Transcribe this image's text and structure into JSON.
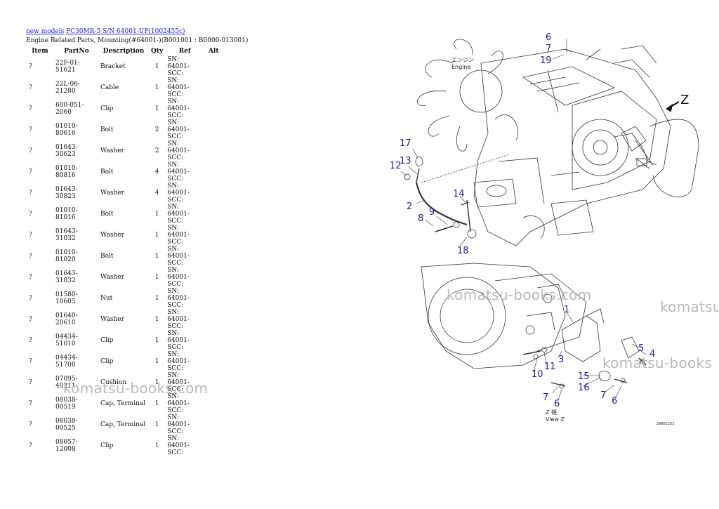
{
  "breadcrumb": {
    "link1": "new models",
    "link2": "PC30MR-5 S/N 64001-UP(1002455c)"
  },
  "subtitle": "Engine Related Parts, Mounting(#64001-)(B001001 : B0000-013001)",
  "table": {
    "headers": [
      "Item",
      "PartNo",
      "Description",
      "Qty",
      "Ref",
      "Alt"
    ],
    "rows": [
      {
        "item": "?",
        "part": "22F-01-51621",
        "desc": "Bracket",
        "qty": "1",
        "ref": "SN: 64001-SCC:"
      },
      {
        "item": "?",
        "part": "22L-06-21280",
        "desc": "Cable",
        "qty": "1",
        "ref": "SN: 64001-SCC:"
      },
      {
        "item": "?",
        "part": "600-051-2060",
        "desc": "Clip",
        "qty": "1",
        "ref": "SN: 64001-SCC:"
      },
      {
        "item": "?",
        "part": "01010-80616",
        "desc": "Bolt",
        "qty": "2",
        "ref": "SN: 64001-SCC:"
      },
      {
        "item": "?",
        "part": "01643-30623",
        "desc": "Washer",
        "qty": "2",
        "ref": "SN: 64001-SCC:"
      },
      {
        "item": "?",
        "part": "01010-80816",
        "desc": "Bolt",
        "qty": "4",
        "ref": "SN: 64001-SCC:"
      },
      {
        "item": "?",
        "part": "01643-30823",
        "desc": "Washer",
        "qty": "4",
        "ref": "SN: 64001-SCC:"
      },
      {
        "item": "?",
        "part": "01010-81016",
        "desc": "Bolt",
        "qty": "1",
        "ref": "SN: 64001-SCC:"
      },
      {
        "item": "?",
        "part": "01643-31032",
        "desc": "Washer",
        "qty": "1",
        "ref": "SN: 64001-SCC:"
      },
      {
        "item": "?",
        "part": "01010-81020",
        "desc": "Bolt",
        "qty": "1",
        "ref": "SN: 64001-SCC:"
      },
      {
        "item": "?",
        "part": "01643-31032",
        "desc": "Washer",
        "qty": "1",
        "ref": "SN: 64001-SCC:"
      },
      {
        "item": "?",
        "part": "01580-10605",
        "desc": "Nut",
        "qty": "1",
        "ref": "SN: 64001-SCC:"
      },
      {
        "item": "?",
        "part": "01640-20610",
        "desc": "Washer",
        "qty": "1",
        "ref": "SN: 64001-SCC:"
      },
      {
        "item": "?",
        "part": "04434-51010",
        "desc": "Clip",
        "qty": "1",
        "ref": "SN: 64001-SCC:"
      },
      {
        "item": "?",
        "part": "04434-51708",
        "desc": "Clip",
        "qty": "1",
        "ref": "SN: 64001-SCC:"
      },
      {
        "item": "?",
        "part": "07095-40211",
        "desc": "Cushion",
        "qty": "1",
        "ref": "SN: 64001-SCC:"
      },
      {
        "item": "?",
        "part": "08038-00519",
        "desc": "Cap, Terminal",
        "qty": "1",
        "ref": "SN: 64001-SCC:"
      },
      {
        "item": "?",
        "part": "08038-00525",
        "desc": "Cap, Terminal",
        "qty": "1",
        "ref": "SN: 64001-SCC:"
      },
      {
        "item": "?",
        "part": "08057-12008",
        "desc": "Clip",
        "qty": "1",
        "ref": "SN: 64001-SCC:"
      }
    ]
  },
  "diagram": {
    "engine_label_jp": "エンジン",
    "engine_label": "Engine",
    "view_label_jp": "Z 視",
    "view_label": "View Z",
    "z_arrow": "Z",
    "drawing_no": "29801252",
    "callouts": [
      "6",
      "7",
      "19",
      "17",
      "13",
      "12",
      "2",
      "14",
      "9",
      "8",
      "18",
      "1",
      "3",
      "5",
      "4",
      "11",
      "10",
      "15",
      "16",
      "7",
      "6",
      "7",
      "6"
    ]
  },
  "watermarks": {
    "w1": "komatsu-books.com",
    "w2": "komatsu",
    "w3": "komatsu-books",
    "w4": "komatsu-books.com"
  },
  "colors": {
    "link": "#1a1aee",
    "callout": "#1c1c9c",
    "watermark": "#b9b9b9"
  }
}
